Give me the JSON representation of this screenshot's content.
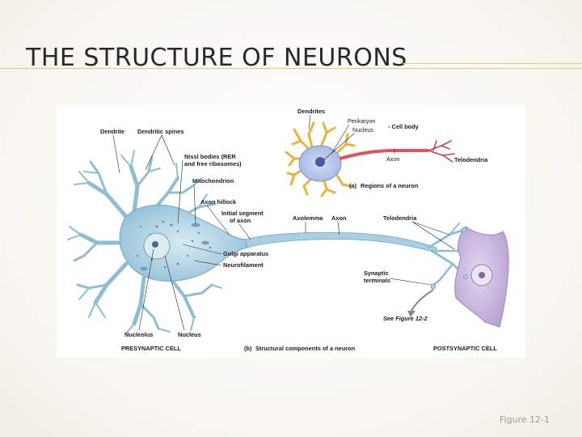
{
  "slide": {
    "title": "THE STRUCTURE OF NEURONS",
    "caption": "Figure 12-1"
  },
  "diagram_a": {
    "caption_letter": "(a)",
    "caption": "Regions of a neuron",
    "labels": {
      "dendrites": "Dendrites",
      "perikaryon": "Perikaryon",
      "nucleus": "Nucleus",
      "cell_body": "- Cell body",
      "axon": "Axon",
      "telodendria": "Telodendria"
    }
  },
  "diagram_b": {
    "caption_letter": "(b)",
    "caption": "Structural components of a neuron",
    "labels": {
      "dendrite": "Dendrite",
      "dendritic_spines": "Dendritic spines",
      "nissl_1": "Nissl bodies (RER",
      "nissl_2": "and free ribosomes)",
      "mitochondrion": "Mitochondrion",
      "axon_hillock": "Axon hillock",
      "initial_segment_1": "Initial segment",
      "initial_segment_2": "of axon",
      "axolemma": "Axolemma",
      "axon": "Axon",
      "telodendria": "Telodendria",
      "golgi": "Golgi apparatus",
      "neurofilament": "Neurofilament",
      "synaptic_1": "Synaptic",
      "synaptic_2": "terminals",
      "see_figure": "See Figure 12-2",
      "nucleolus": "Nucleolus",
      "nucleus": "Nucleus",
      "presynaptic": "PRESYNAPTIC CELL",
      "postsynaptic": "POSTSYNAPTIC CELL"
    }
  },
  "colors": {
    "presynaptic_cell": "#a9cfe2",
    "postsynaptic_cell": "#c9b8dd",
    "cell_body_a": "#b7c9ea",
    "dendrites_a": "#f0c64e",
    "axon_a": "#e0555b"
  }
}
